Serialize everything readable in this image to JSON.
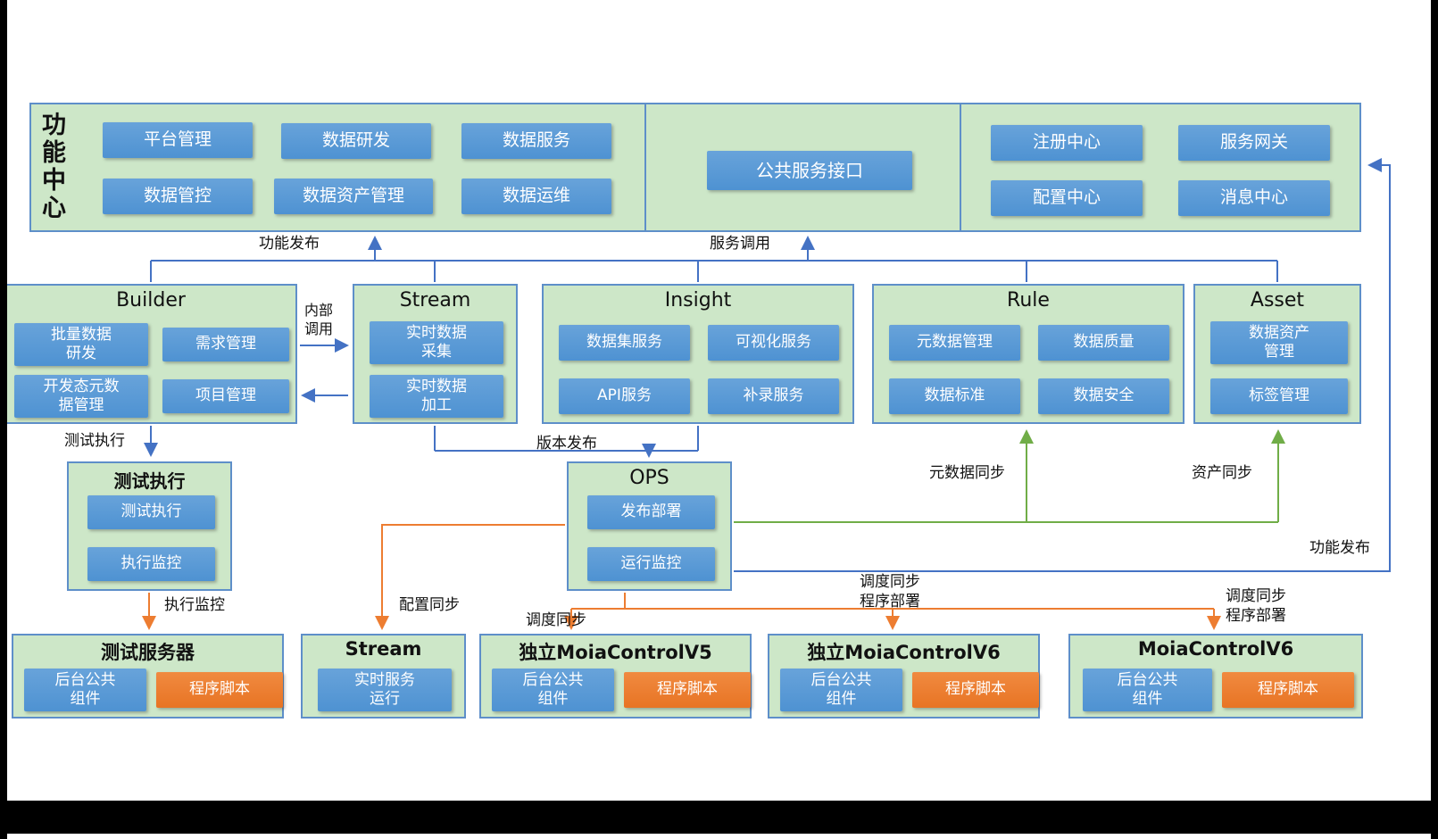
{
  "colors": {
    "box_green": "#cde7c8",
    "btn_blue": "#5b9bd5",
    "btn_orange": "#ed7d31",
    "arrow_blue": "#4472c4",
    "arrow_orange": "#ed7d31",
    "arrow_green": "#70ad47"
  },
  "function_center": {
    "title": "功能中心",
    "left_buttons": [
      "平台管理",
      "数据研发",
      "数据服务",
      "数据管控",
      "数据资产管理",
      "数据运维"
    ],
    "center_button": "公共服务接口",
    "right_buttons": [
      "注册中心",
      "服务网关",
      "配置中心",
      "消息中心"
    ]
  },
  "modules": [
    {
      "title": "Builder",
      "buttons": [
        "批量数据研发",
        "需求管理",
        "开发态元数据管理",
        "项目管理"
      ]
    },
    {
      "title": "Stream",
      "buttons": [
        "实时数据采集",
        "实时数据加工"
      ]
    },
    {
      "title": "Insight",
      "buttons": [
        "数据集服务",
        "可视化服务",
        "API服务",
        "补录服务"
      ]
    },
    {
      "title": "Rule",
      "buttons": [
        "元数据管理",
        "数据质量",
        "数据标准",
        "数据安全"
      ]
    },
    {
      "title": "Asset",
      "buttons": [
        "数据资产管理",
        "标签管理"
      ]
    }
  ],
  "runtime": {
    "test_exec": {
      "title": "测试执行",
      "buttons": [
        "测试执行",
        "执行监控"
      ]
    },
    "ops": {
      "title": "OPS",
      "buttons": [
        "发布部署",
        "运行监控"
      ]
    }
  },
  "servers": [
    {
      "title": "测试服务器",
      "components": [
        "后台公共组件",
        "程序脚本"
      ]
    },
    {
      "title": "Stream",
      "components": [
        "实时服务运行"
      ]
    },
    {
      "title": "独立MoiaControlV5",
      "components": [
        "后台公共组件",
        "程序脚本"
      ]
    },
    {
      "title": "独立MoiaControlV6",
      "components": [
        "后台公共组件",
        "程序脚本"
      ]
    },
    {
      "title": "MoiaControlV6",
      "components": [
        "后台公共组件",
        "程序脚本"
      ]
    }
  ],
  "edge_labels": {
    "func_publish_top": "功能发布",
    "service_call": "服务调用",
    "internal_call": "内部调用",
    "test_exec": "测试执行",
    "version_release": "版本发布",
    "metadata_sync": "元数据同步",
    "asset_sync": "资产同步",
    "func_publish_right": "功能发布",
    "exec_monitor": "执行监控",
    "config_sync": "配置同步",
    "schedule_sync": "调度同步",
    "sched_deploy": [
      "调度同步",
      "程序部署"
    ]
  }
}
